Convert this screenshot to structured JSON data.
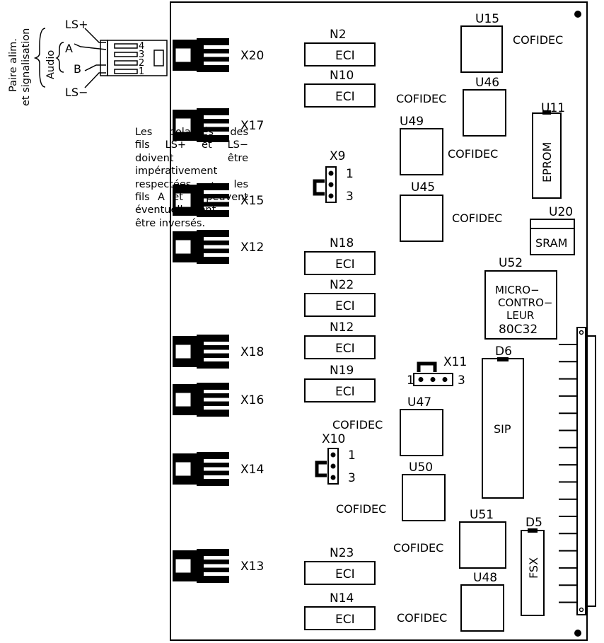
{
  "wiring": {
    "rotated_line1": "Paire alim.",
    "rotated_line2": "et signalisation",
    "audio_label": "Audio",
    "ls_plus": "LS+",
    "ls_minus": "LS−",
    "wire_a": "A",
    "wire_b": "B",
    "pins": [
      "4",
      "3",
      "2",
      "1"
    ]
  },
  "note_lines": [
    "Les polarités des",
    "fils LS+ et LS−",
    "doivent être",
    "impérativement",
    "respectées ; les",
    "fils A et B peuvent",
    "éventuellement",
    "être inversés."
  ],
  "connectors": [
    "X20",
    "X17",
    "X15",
    "X12",
    "X18",
    "X16",
    "X14",
    "X13"
  ],
  "eci_chips": [
    {
      "ref": "N2",
      "label": "ECI"
    },
    {
      "ref": "N10",
      "label": "ECI"
    },
    {
      "ref": "N18",
      "label": "ECI"
    },
    {
      "ref": "N22",
      "label": "ECI"
    },
    {
      "ref": "N12",
      "label": "ECI"
    },
    {
      "ref": "N19",
      "label": "ECI"
    },
    {
      "ref": "N23",
      "label": "ECI"
    },
    {
      "ref": "N14",
      "label": "ECI"
    }
  ],
  "cofidec_chips": [
    {
      "ref": "U15",
      "label": "COFIDEC"
    },
    {
      "ref": "U46",
      "label": "COFIDEC"
    },
    {
      "ref": "U49",
      "label": "COFIDEC"
    },
    {
      "ref": "U45",
      "label": "COFIDEC"
    },
    {
      "ref": "U47",
      "label": "COFIDEC"
    },
    {
      "ref": "U50",
      "label": "COFIDEC"
    },
    {
      "ref": "U51",
      "label": "COFIDEC"
    },
    {
      "ref": "U48",
      "label": "COFIDEC"
    }
  ],
  "jumpers": [
    {
      "ref": "X9",
      "pin_first": "1",
      "pin_last": "3"
    },
    {
      "ref": "X10",
      "pin_first": "1",
      "pin_last": "3"
    },
    {
      "ref": "X11",
      "pin_first": "1",
      "pin_last": "3"
    }
  ],
  "eprom": {
    "ref": "U11",
    "label": "EPROM"
  },
  "sram": {
    "ref": "U20",
    "label": "SRAM"
  },
  "micro": {
    "ref": "U52",
    "lines": [
      "MICRO−",
      "CONTRO−",
      "LEUR",
      "80C32"
    ]
  },
  "sip": {
    "ref": "D6",
    "label": "SIP"
  },
  "fsx": {
    "ref": "D5",
    "label": "FSX"
  }
}
